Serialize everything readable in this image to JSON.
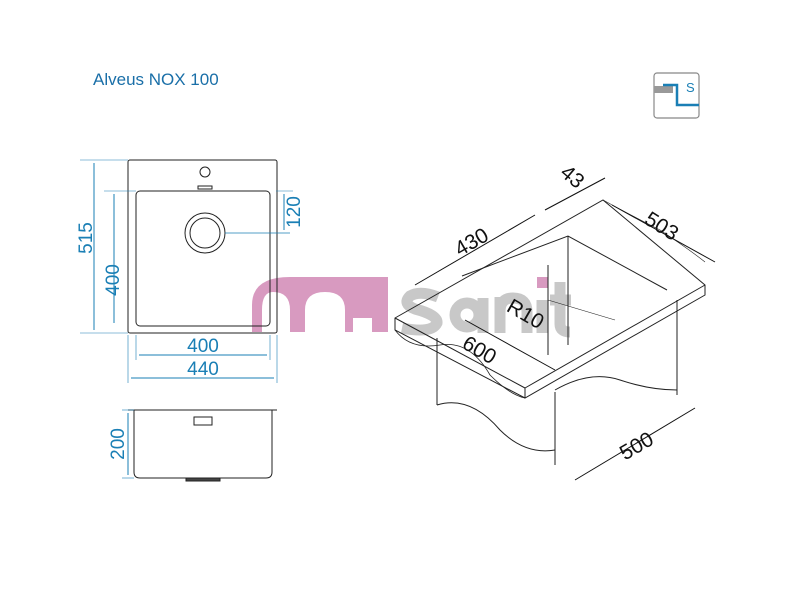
{
  "title": "Alveus NOX 100",
  "icon": {
    "name": "sink-s-connection-icon",
    "label": "S"
  },
  "top_view": {
    "dims": {
      "total_depth": "515",
      "bowl_depth": "400",
      "drain_offset": "120",
      "bowl_width": "400",
      "total_width": "440"
    }
  },
  "side_view": {
    "dims": {
      "height": "200"
    }
  },
  "iso_view": {
    "dims": {
      "thickness": "43",
      "cut_width": "430",
      "cut_depth": "503",
      "radius": "R10",
      "cabinet_min": "600",
      "depth": "500"
    }
  },
  "watermark": {
    "brand": "msanit",
    "color_m": "#d89ac0",
    "color_text": "#c8c8c8"
  },
  "colors": {
    "dimension": "#1a7fb5",
    "line": "#222222"
  }
}
